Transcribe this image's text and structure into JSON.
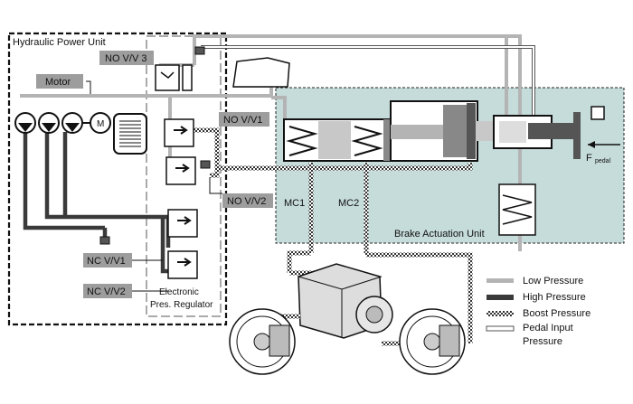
{
  "hydraulic_power_unit": {
    "title": "Hydraulic Power Unit"
  },
  "valves": {
    "no_vv3": "NO V/V 3",
    "motor": "Motor",
    "motor_symbol": "M",
    "no_vv1": "NO V/V1",
    "no_vv2": "NO V/V2",
    "nc_vv1": "NC V/V1",
    "nc_vv2": "NC V/V2"
  },
  "regulator": {
    "line1": "Electronic",
    "line2": "Pres. Regulator"
  },
  "brake_actuation_unit": {
    "title": "Brake Actuation Unit",
    "mc1": "MC1",
    "mc2": "MC2"
  },
  "pedal": {
    "force": "F",
    "subscript": "pedal"
  },
  "legend": {
    "items": [
      {
        "label": "Low Pressure",
        "style": "low"
      },
      {
        "label": "High Pressure",
        "style": "high"
      },
      {
        "label": "Boost Pressure",
        "style": "boost"
      },
      {
        "label": "Pedal Input",
        "style": "pedal"
      },
      {
        "label": "Pressure",
        "style": "none"
      }
    ]
  },
  "colors": {
    "bau_fill": "#c5dcda",
    "low_pressure": "#b4b4b4",
    "high_pressure": "#3a3a3a",
    "label_box": "#9d9d9d"
  }
}
